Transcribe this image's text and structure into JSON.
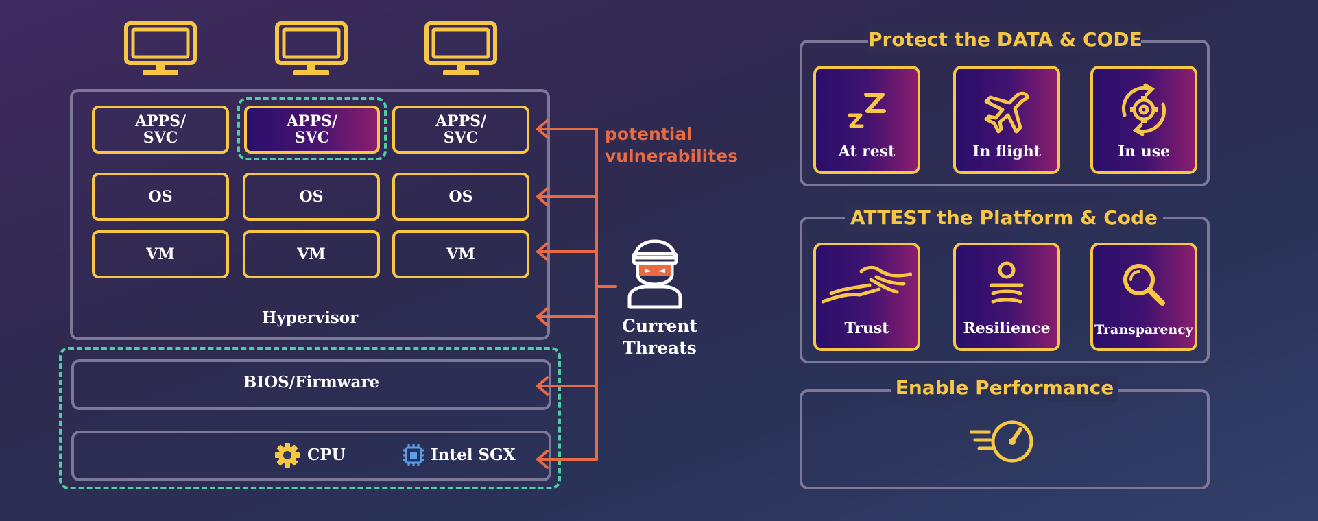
{
  "stack": {
    "apps_label": "APPS/\nSVC",
    "os_label": "OS",
    "vm_label": "VM",
    "hypervisor_label": "Hypervisor",
    "bios_label": "BIOS/Firmware",
    "cpu_label": "CPU",
    "sgx_label": "Intel SGX"
  },
  "threats": {
    "vulnerabilities_label": "potential\nvulnerabilites",
    "current_threats_label": "Current\nThreats"
  },
  "protect": {
    "title": "Protect the DATA & CODE",
    "items": [
      {
        "label": "At rest",
        "icon": "sleep-zz-icon"
      },
      {
        "label": "In flight",
        "icon": "airplane-icon"
      },
      {
        "label": "In use",
        "icon": "gear-cycle-icon"
      }
    ]
  },
  "attest": {
    "title": "ATTEST the Platform & Code",
    "items": [
      {
        "label": "Trust",
        "icon": "handshake-icon"
      },
      {
        "label": "Resilience",
        "icon": "resilience-icon"
      },
      {
        "label": "Transparency",
        "icon": "magnifier-icon"
      }
    ]
  },
  "performance": {
    "title": "Enable Performance",
    "icon": "speedometer-icon"
  },
  "colors": {
    "accent_yellow": "#f7c744",
    "threat_orange": "#ea6a43",
    "enclave_green": "#4fcea4",
    "frame_gray": "#7d7898",
    "sgx_blue": "#5aa0e8"
  }
}
